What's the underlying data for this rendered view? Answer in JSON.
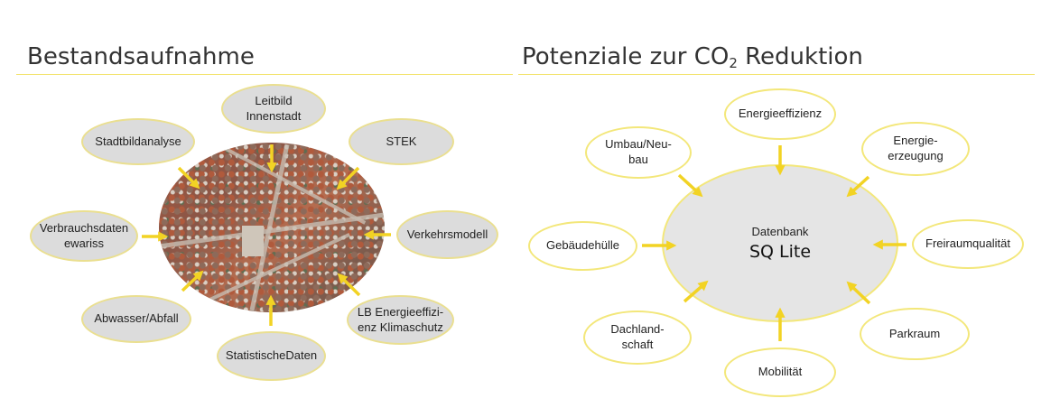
{
  "left_panel": {
    "title": "Bestandsaufnahme",
    "center": "aerial-city-photo",
    "nodes": {
      "leitbild": "Leitbild\nInnenstadt",
      "stadtbild": "Stadtbildanalyse",
      "stek": "STEK",
      "verbrauch": "Verbrauchsdaten\newariss",
      "verkehr": "Verkehrsmodell",
      "abwasser": "Abwasser/Abfall",
      "lb_energie": "LB Energieeffizi-\nenz Klimaschutz",
      "statistik": "StatistischeDaten"
    }
  },
  "right_panel": {
    "title_main": "Potenziale zur CO",
    "title_sub": "2",
    "title_end": " Reduktion",
    "center": {
      "label": "Datenbank",
      "name": "SQ Lite"
    },
    "nodes": {
      "energieeffizienz": "Energieeffizienz",
      "umbau": "Umbau/Neu-\nbau",
      "energieerzeugung": "Energie-\nerzeugung",
      "gebaeudehuelle": "Gebäudehülle",
      "freiraum": "Freiraumqualität",
      "dachlandschaft": "Dachland-\nschaft",
      "parkraum": "Parkraum",
      "mobilitaet": "Mobilität"
    }
  },
  "colors": {
    "accent_yellow": "#f2d324",
    "node_grey": "#dcdcdc",
    "rule_yellow": "#f2e36c"
  }
}
